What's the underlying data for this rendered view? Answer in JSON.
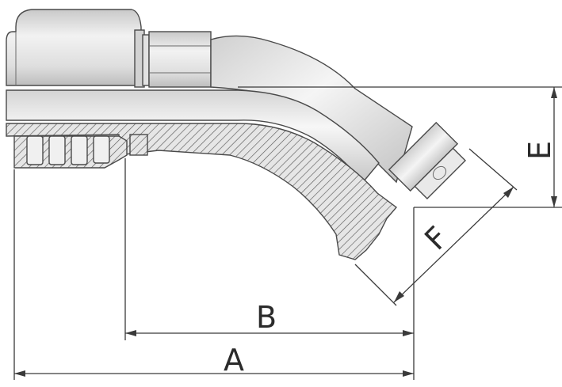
{
  "diagram": {
    "dimension_labels": {
      "a": "A",
      "b": "B",
      "e": "E",
      "f": "F"
    },
    "colors": {
      "body_light": "#ececec",
      "body_mid": "#d6d6d6",
      "body_dark": "#b8b8b8",
      "section_hatch": "#5a5a5a",
      "lines": "#3a3a3a"
    }
  }
}
